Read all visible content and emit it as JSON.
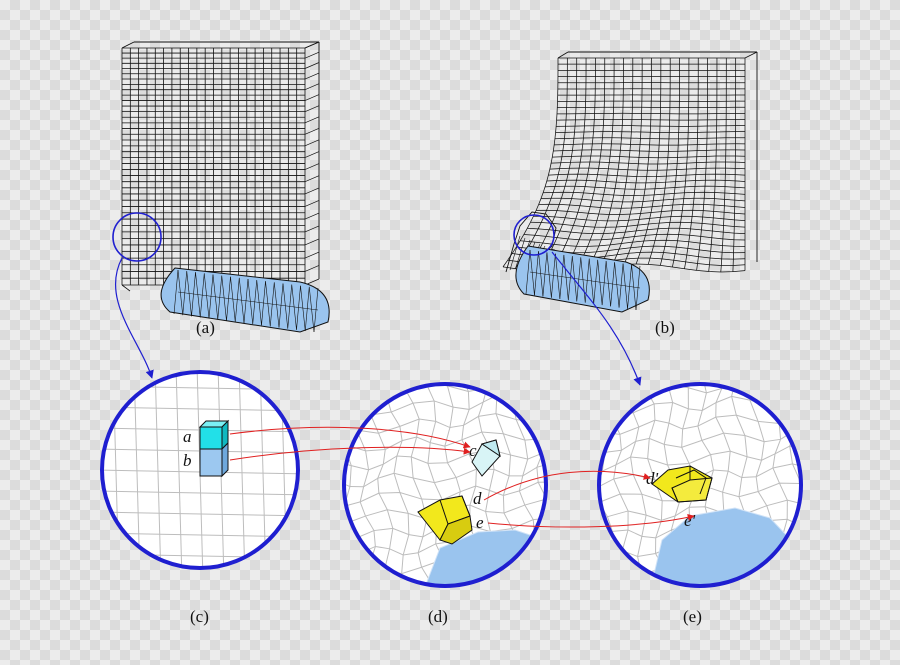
{
  "captions": {
    "a": "(a)",
    "b": "(b)",
    "c": "(c)",
    "d": "(d)",
    "e": "(e)"
  },
  "points": {
    "a": "a",
    "b": "b",
    "c": "c",
    "d": "d",
    "e": "e",
    "d_prime": "d'",
    "e_prime": "e'"
  },
  "colors": {
    "mesh_line": "#111111",
    "zoom_mesh": "#bdbdbd",
    "rigid_body": "#9ac4ee",
    "zoom_circle": "#1f1fd0",
    "link_arrow": "#e02020",
    "cell_a": "#22e0e8",
    "cell_b": "#9cc8f0",
    "cell_c": "#d8f4f6",
    "cell_de": "#f2e81c"
  },
  "icons": {
    "rigid_body": "rounded-cylinder-icon",
    "zoom": "magnifier-circle-icon"
  }
}
